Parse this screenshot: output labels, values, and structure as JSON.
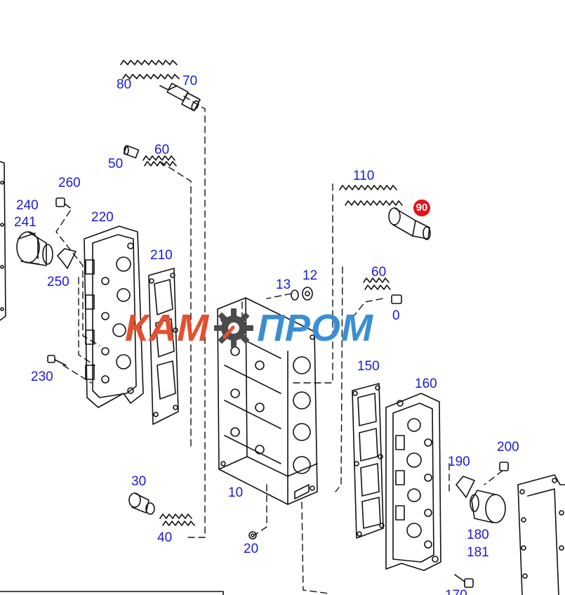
{
  "diagram": {
    "callouts": {
      "p80": "80",
      "p70": "70",
      "p50": "50",
      "p60a": "60",
      "p260": "260",
      "p240": "240",
      "p241": "241",
      "p220": "220",
      "p210": "210",
      "p250": "250",
      "p230": "230",
      "p110": "110",
      "p90": "90",
      "p60b": "60",
      "p13": "13",
      "p12": "12",
      "p0": "0",
      "p150": "150",
      "p160": "160",
      "p200": "200",
      "p190": "190",
      "p180": "180",
      "p181": "181",
      "p170": "170",
      "p30": "30",
      "p10": "10",
      "p40": "40",
      "p20": "20"
    },
    "colors": {
      "callout_text": "#1a1ad6",
      "highlight_badge": "#e4111c",
      "line_art": "#111111"
    }
  },
  "watermark": {
    "part1": "КАМ",
    "part2": "ПРОМ",
    "color_part1": "#e4502f",
    "color_part2": "#3a8fd2",
    "gear_color": "#4b4b4b",
    "icon": "gear-icon"
  }
}
